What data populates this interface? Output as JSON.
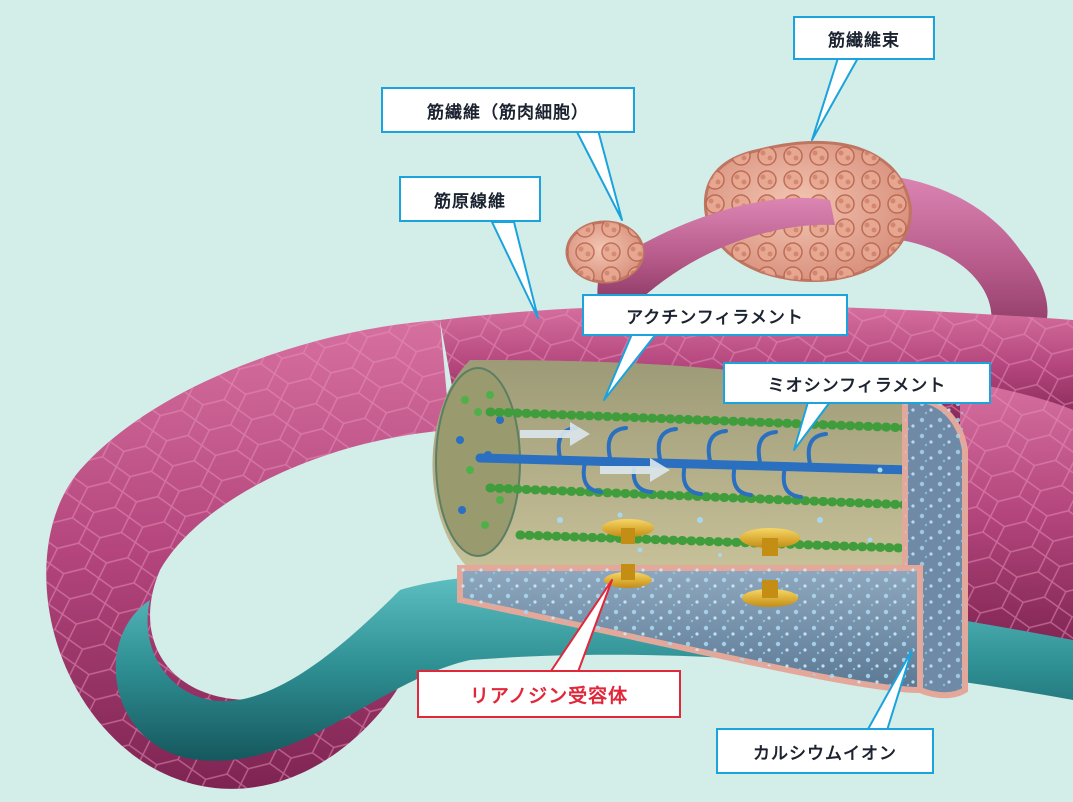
{
  "labels": {
    "fascicle": "筋繊維束",
    "fiber": "筋繊維（筋肉細胞）",
    "myofibril": "筋原線維",
    "actin": "アクチンフィラメント",
    "myosin": "ミオシンフィラメント",
    "ryanodine": "リアノジン受容体",
    "calcium": "カルシウムイオン"
  },
  "colors": {
    "background": "#d3ede9",
    "label_border": "#1aa3dc",
    "highlight": "#e0283a",
    "fiber": "#b84f86",
    "sarcoplasmic_reticulum": "#2e8f93",
    "actin": "#4fb04a",
    "myosin": "#2a6fc0",
    "receptor": "#e2b12c"
  }
}
